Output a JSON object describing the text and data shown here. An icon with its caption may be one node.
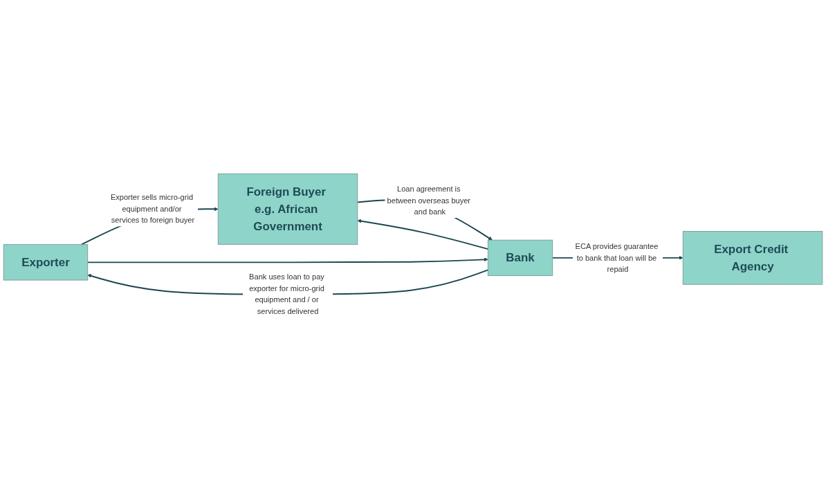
{
  "diagram": {
    "nodes": [
      {
        "text": [
          "Exporter"
        ]
      },
      {
        "text": [
          "Foreign Buyer e.g. African Government"
        ]
      },
      {
        "text": [
          "Bank"
        ]
      },
      {
        "text": [
          "Export Credit Agency"
        ]
      }
    ],
    "edges": [
      {
        "from": 0,
        "to": 1,
        "arrow": "to",
        "label": "Exporter sells micro-grid equipment and/or services to foreign buyer"
      },
      {
        "from": 0,
        "to": 2,
        "arrow": "to"
      },
      {
        "from": 2,
        "to": 0,
        "arrow": "to",
        "label": "Bank uses loan to pay exporter for micro-grid equipment and / or services delivered"
      },
      {
        "from": 2,
        "to": 1,
        "arrow": "to"
      },
      {
        "from": 1,
        "to": 2,
        "arrow": "to",
        "label": "Loan agreement is between overseas buyer and bank"
      },
      {
        "from": 2,
        "to": 3,
        "arrow": "to",
        "label": "ECA provides guarantee to bank that loan will be repaid"
      }
    ]
  }
}
